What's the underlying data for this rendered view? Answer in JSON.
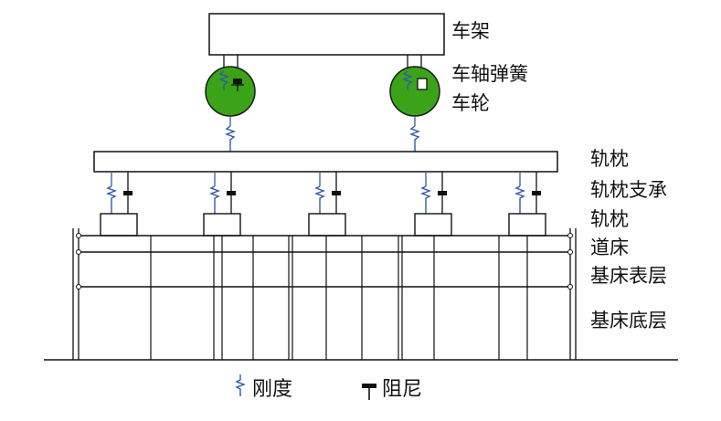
{
  "labels": {
    "frame": "车架",
    "axle_spring": "车轴弹簧",
    "wheel": "车轮",
    "rail": "轨枕",
    "sleeper_support": "轨枕支承",
    "sleeper": "轨枕",
    "ballast": "道床",
    "subgrade_surface": "基床表层",
    "subgrade_bottom": "基床底层"
  },
  "legend": {
    "stiffness": "刚度",
    "damping": "阻尼"
  },
  "colors": {
    "line": "#111111",
    "spring": "#2f5aa8",
    "wheel_fill": "#3aa317",
    "wheel_stroke": "#1a1a1a"
  }
}
